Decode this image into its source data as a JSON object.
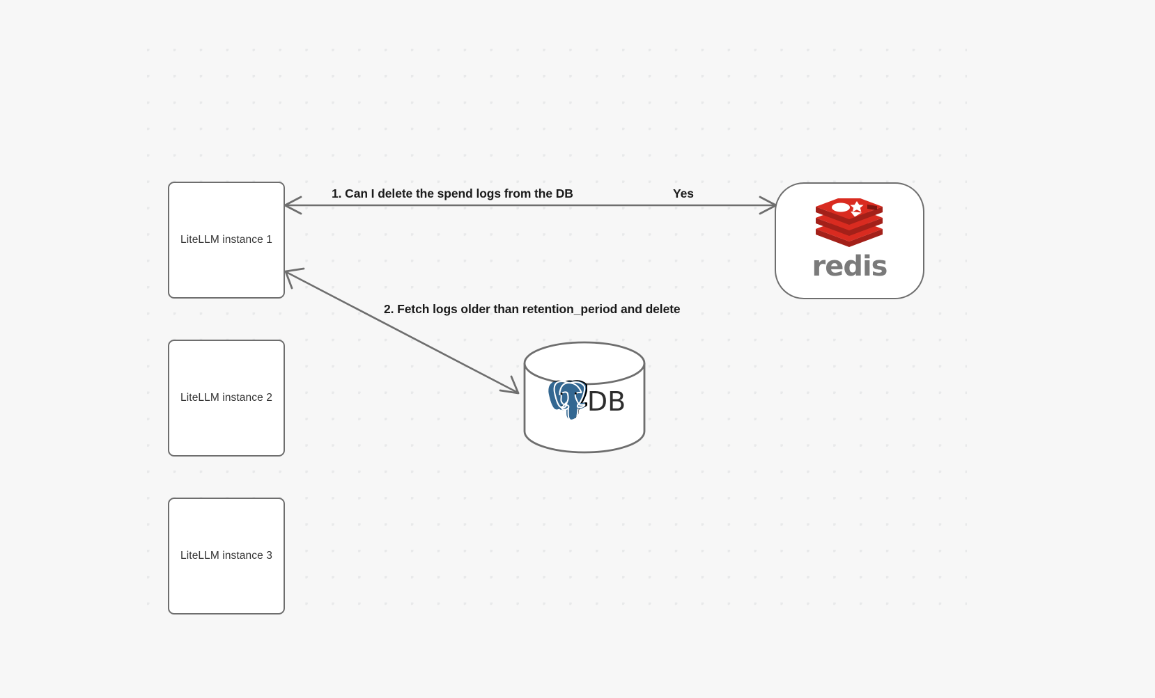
{
  "canvas": {
    "background_color": "#f7f7f7",
    "dot_color": "#e8e9ea",
    "stroke_color": "#6e6e6e"
  },
  "nodes": [
    {
      "id": "litellm-1",
      "label": "LiteLLM instance 1",
      "shape": "rounded-rect"
    },
    {
      "id": "litellm-2",
      "label": "LiteLLM instance 2",
      "shape": "rounded-rect"
    },
    {
      "id": "litellm-3",
      "label": "LiteLLM instance 3",
      "shape": "rounded-rect"
    },
    {
      "id": "redis",
      "label": "redis",
      "shape": "stadium",
      "icon": "redis-logo-icon",
      "brand_color": "#d92b20"
    },
    {
      "id": "db",
      "label": "DB",
      "shape": "cylinder",
      "icon": "postgresql-elephant-icon",
      "brand_color": "#336791"
    }
  ],
  "edges": [
    {
      "id": "edge-1",
      "label": "1.  Can I delete the spend logs from the DB",
      "from": "redis",
      "to": "litellm-1",
      "direction": "bidirectional"
    },
    {
      "id": "edge-yes",
      "label": "Yes"
    },
    {
      "id": "edge-2",
      "label": "2.  Fetch logs older than retention_period and delete",
      "from": "litellm-1",
      "to": "db",
      "direction": "bidirectional"
    }
  ]
}
